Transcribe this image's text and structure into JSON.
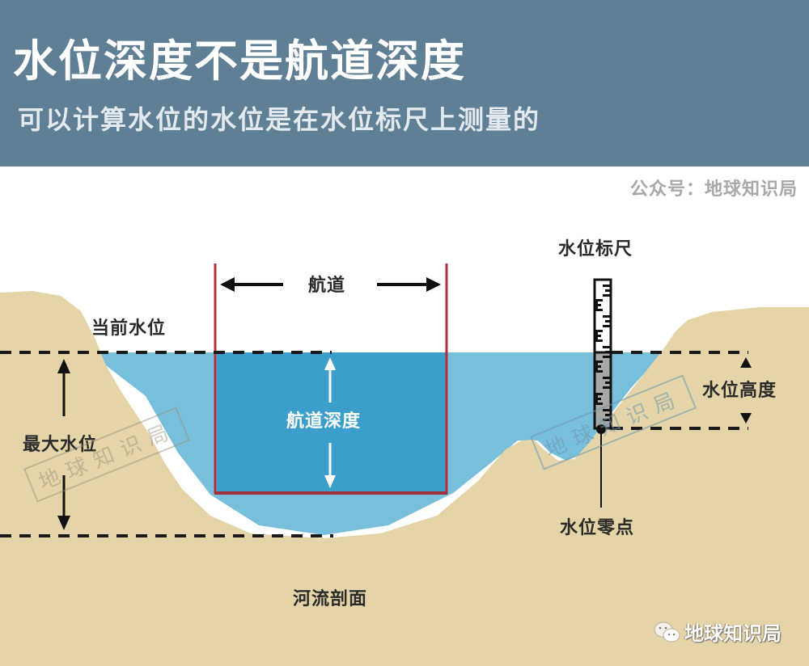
{
  "header": {
    "title": "水位深度不是航道深度",
    "subtitle": "可以计算水位的水位是在水位标尺上测量的",
    "background_color": "#5f7f95"
  },
  "credit": "公众号：地球知识局",
  "labels": {
    "channel": "航道",
    "channel_depth": "航道深度",
    "current_water_level": "当前水位",
    "max_water_level": "最大水位",
    "gauge": "水位标尺",
    "water_level_height": "水位高度",
    "gauge_zero": "水位零点",
    "river_section": "河流剖面"
  },
  "watermarks": [
    {
      "text": "地球知识局"
    },
    {
      "text": "地球知识局"
    }
  ],
  "brand": {
    "icon": "wechat-icon",
    "name": "地球知识局"
  },
  "colors": {
    "land": "#e4d4a8",
    "water": "#78bfdb",
    "channel_water": "#3c9fcb",
    "channel_border": "#b2303c",
    "dash": "#1a1a1a"
  }
}
